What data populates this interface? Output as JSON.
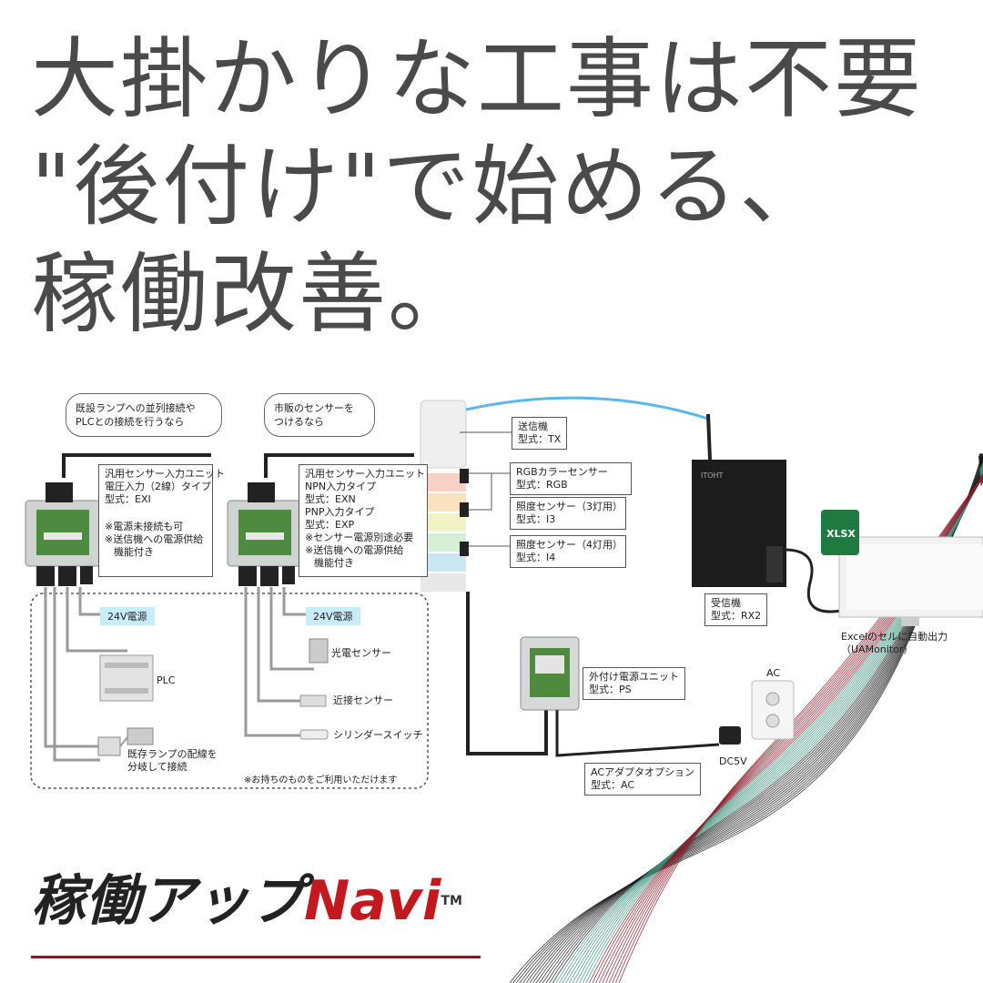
{
  "headline": {
    "line1": "大掛かりな工事は不要",
    "line2": "\"後付け\"で始める、",
    "line3": "稼働改善。"
  },
  "bubbles": {
    "existing_lamp": "既設ランプへの並列接続や\nPLCとの接続を行うなら",
    "commercial_sensor": "市販のセンサーを\nつけるなら"
  },
  "exi_unit": {
    "title": "汎用センサー入力ユニット",
    "line2": "電圧入力（2線）タイプ",
    "model": "型式：EXI",
    "note1": "※電源未接続も可",
    "note2": "※送信機への電源供給",
    "note3": "機能付き"
  },
  "exn_unit": {
    "title": "汎用センサー入力ユニット",
    "line2": "NPN入力タイプ",
    "model1": "型式：EXN",
    "line4": "PNP入力タイプ",
    "model2": "型式：EXP",
    "note1": "※センサー電源別途必要",
    "note2": "※送信機への電源供給",
    "note3": "機能付き"
  },
  "power_24v_left": "24V電源",
  "power_24v_right": "24V電源",
  "devices": {
    "plc": "PLC",
    "lamp_branch_1": "既存ランプの配線を",
    "lamp_branch_2": "分岐して接続",
    "photo_sensor": "光電センサー",
    "proximity_sensor": "近接センサー",
    "cylinder_switch": "シリンダースイッチ",
    "owned_note": "※お持ちのものをご利用いただけます"
  },
  "transmitter": {
    "name": "送信機",
    "model": "型式：TX"
  },
  "rgb_sensor": {
    "name": "RGBカラーセンサー",
    "model": "型式：RGB"
  },
  "i3_sensor": {
    "name": "照度センサー（3灯用）",
    "model": "型式：I3"
  },
  "i4_sensor": {
    "name": "照度センサー（4灯用）",
    "model": "型式：I4"
  },
  "receiver": {
    "name": "受信機",
    "model": "型式：RX2",
    "brand": "ITOHT"
  },
  "excel_output": {
    "line1": "Excelのセルに自動出力",
    "line2": "（UAMonitor）",
    "badge": "XLSX"
  },
  "ext_power": {
    "name": "外付け電源ユニット",
    "model": "型式：PS"
  },
  "ac_label": "AC",
  "dc5v_label": "DC5V",
  "ac_adapter": {
    "name": "ACアダプタオプション",
    "model": "型式：AC"
  },
  "logo": {
    "main": "稼働アップ",
    "navi": "Navi",
    "tm": "TM"
  },
  "colors": {
    "headline": "#4a4a4a",
    "logo_red": "#c2191f",
    "power_tag": "#c9ecfa",
    "wave_dark": "#1a1a1a",
    "wave_teal": "#3b8f7a",
    "wave_red": "#8a1b2a"
  }
}
